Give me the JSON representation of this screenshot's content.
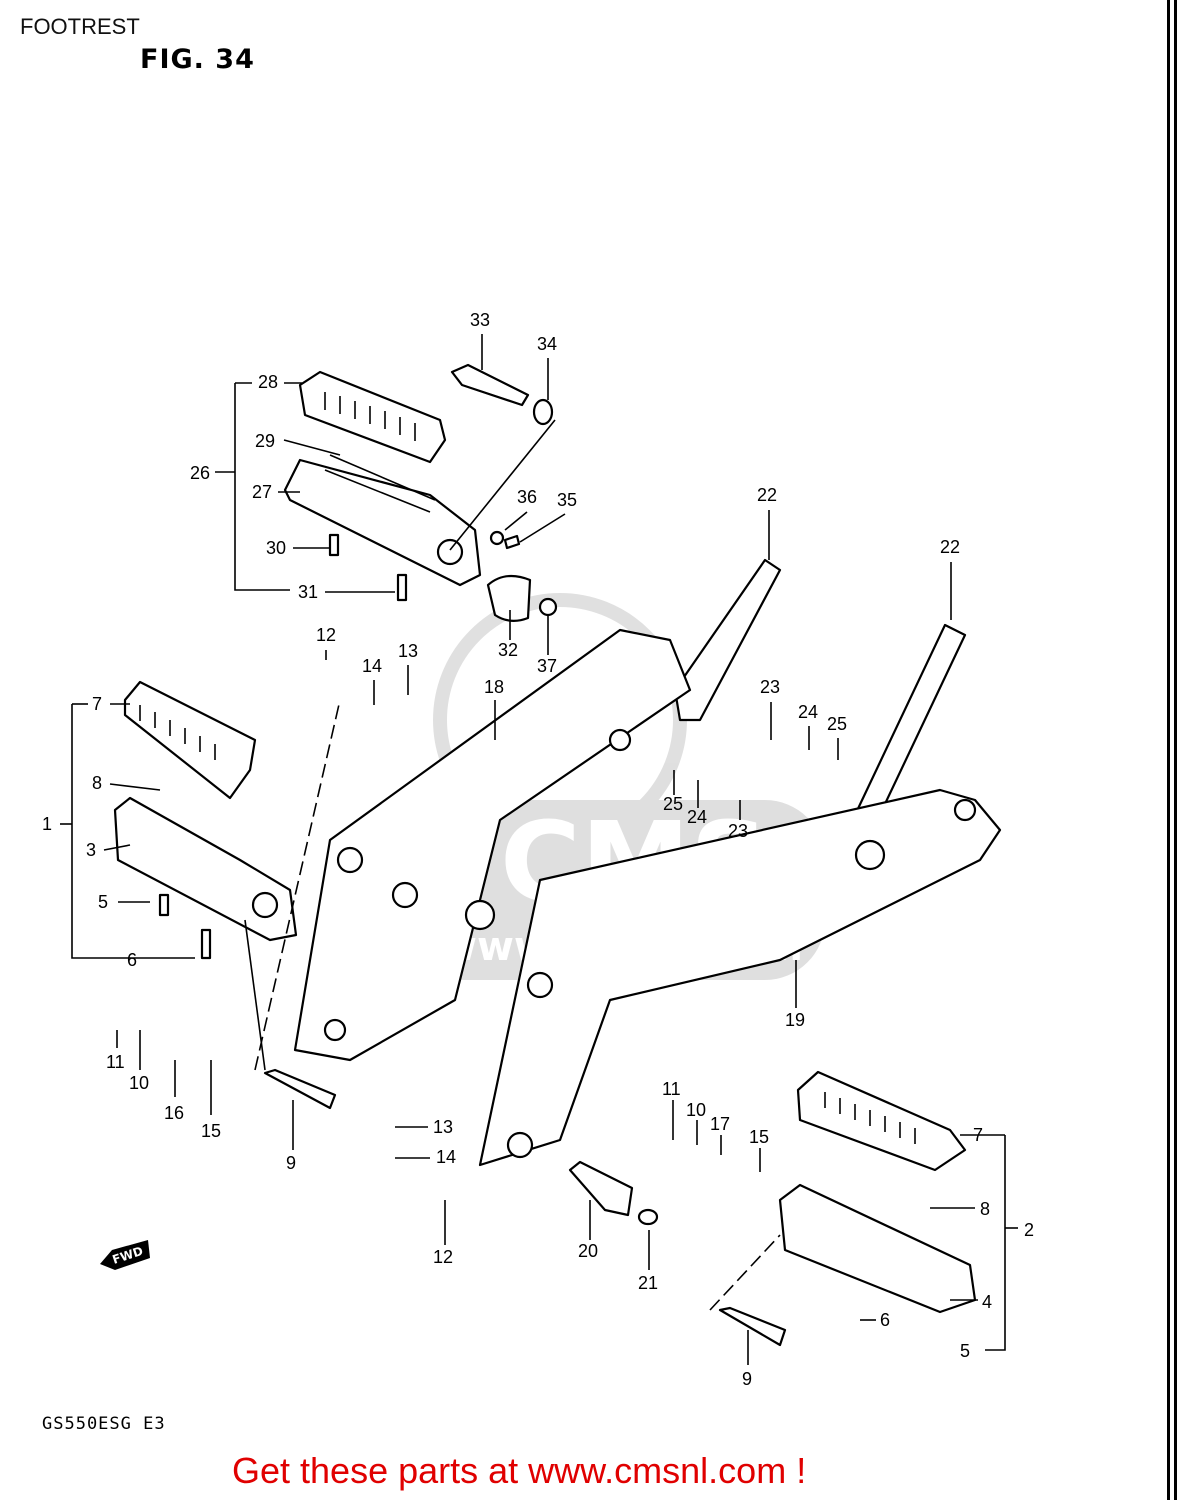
{
  "header": {
    "section": "FOOTREST",
    "figure": "FIG. 34"
  },
  "model_code": "GS550ESG  E3",
  "footer": {
    "link_text": "Get these parts at www.cmsnl.com !"
  },
  "fwd_marker": "FWD",
  "watermark": {
    "text": "CMS",
    "url_text": "www.cmsnl.com"
  },
  "callouts": [
    "33",
    "34",
    "28",
    "29",
    "26",
    "27",
    "36",
    "35",
    "30",
    "31",
    "22",
    "22",
    "32",
    "37",
    "12",
    "14",
    "13",
    "18",
    "7",
    "23",
    "24",
    "25",
    "8",
    "1",
    "3",
    "25",
    "24",
    "23",
    "5",
    "6",
    "19",
    "11",
    "10",
    "16",
    "15",
    "11",
    "10",
    "17",
    "15",
    "7",
    "9",
    "13",
    "14",
    "8",
    "2",
    "12",
    "20",
    "21",
    "6",
    "4",
    "5",
    "9"
  ]
}
